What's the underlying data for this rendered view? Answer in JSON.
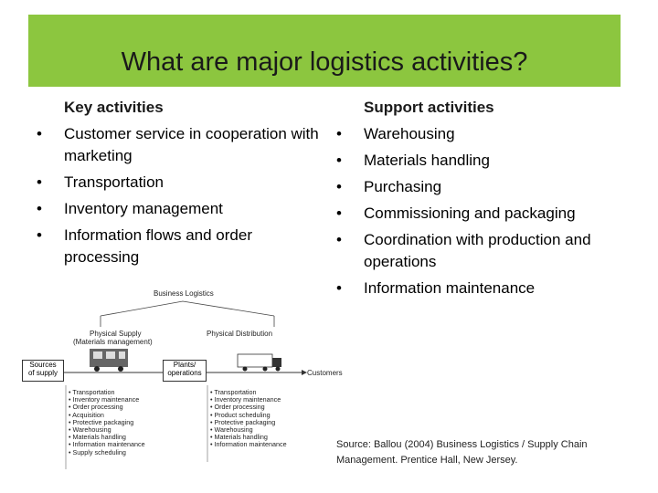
{
  "title": "What are major logistics activities?",
  "colors": {
    "title_bar": "#8cc63f"
  },
  "key": {
    "heading": "Key activities",
    "items": [
      "Customer service in cooperation with marketing",
      "Transportation",
      "Inventory management",
      "Information flows and order processing"
    ]
  },
  "support": {
    "heading": "Support activities",
    "items": [
      "Warehousing",
      "Materials handling",
      "Purchasing",
      "Commissioning and packaging",
      "Coordination with production and operations",
      "Information maintenance"
    ]
  },
  "diagram": {
    "business_logistics": "Business Logistics",
    "physical_supply": "Physical Supply",
    "materials_management": "(Materials management)",
    "physical_distribution": "Physical Distribution",
    "sources_line1": "Sources",
    "sources_line2": "of supply",
    "plants_line1": "Plants/",
    "plants_line2": "operations",
    "customers": "Customers",
    "supply_list": [
      "Transportation",
      "Inventory maintenance",
      "Order processing",
      "Acquisition",
      "Protective packaging",
      "Warehousing",
      "Materials handling",
      "Information maintenance",
      "Supply scheduling"
    ],
    "distribution_list": [
      "Transportation",
      "Inventory maintenance",
      "Order processing",
      "Product scheduling",
      "Protective packaging",
      "Warehousing",
      "Materials handling",
      "Information maintenance"
    ]
  },
  "source_note": "Source: Ballou (2004) Business Logistics / Supply Chain Management. Prentice Hall, New Jersey."
}
